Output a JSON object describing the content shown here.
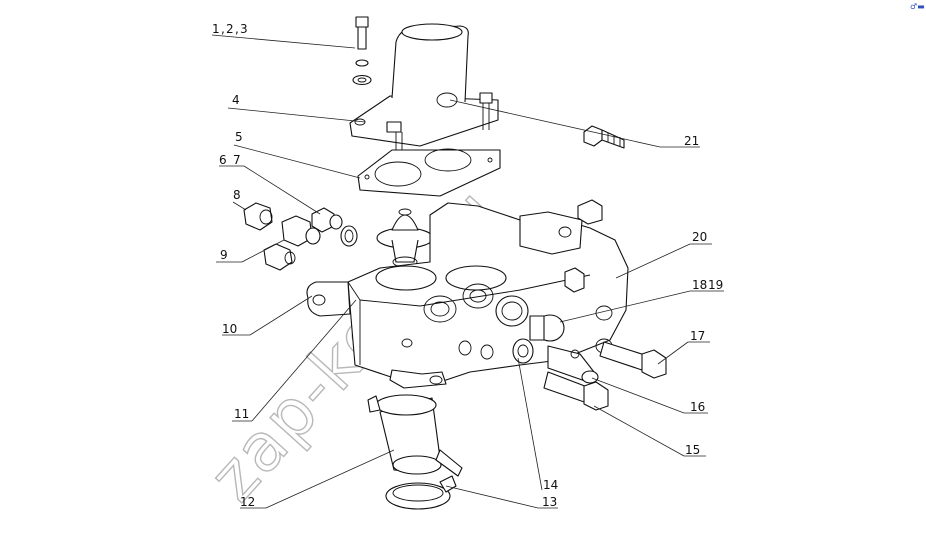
{
  "watermark": "zap-kom.ru",
  "corner_mark": "♂▬",
  "callouts": {
    "c1": "1",
    "c2": "2",
    "c3": "3",
    "c4": "4",
    "c5": "5",
    "c6": "6",
    "c7": "7",
    "c8": "8",
    "c9": "9",
    "c10": "10",
    "c11": "11",
    "c12": "12",
    "c13": "13",
    "c14": "14",
    "c15": "15",
    "c16": "16",
    "c17": "17",
    "c18": "18",
    "c19": "19",
    "c20": "20",
    "c21": "21"
  }
}
